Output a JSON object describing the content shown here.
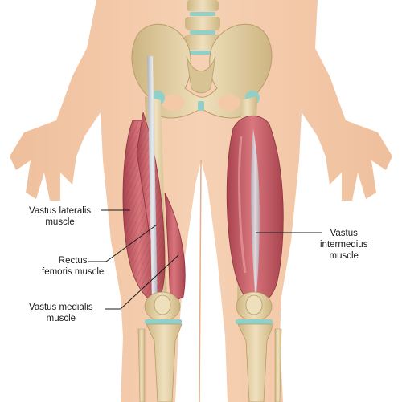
{
  "labels": {
    "vastus_lateralis": [
      "Vastus lateralis",
      "muscle"
    ],
    "rectus_femoris": [
      "Rectus",
      "femoris muscle"
    ],
    "vastus_medialis": [
      "Vastus medialis",
      "muscle"
    ],
    "vastus_intermedius": [
      "Vastus",
      "intermedius",
      "muscle"
    ]
  },
  "colors": {
    "skin": "#f4c9a8",
    "skin_shadow": "#e9b18d",
    "bone": "#e2cfa4",
    "bone_shadow": "#c9b07d",
    "muscle": "#c65c64",
    "muscle_dark": "#9a3a45",
    "tendon": "#c9ced6",
    "cartilage": "#8fd0c8",
    "leader_line": "#1a1a1a"
  }
}
